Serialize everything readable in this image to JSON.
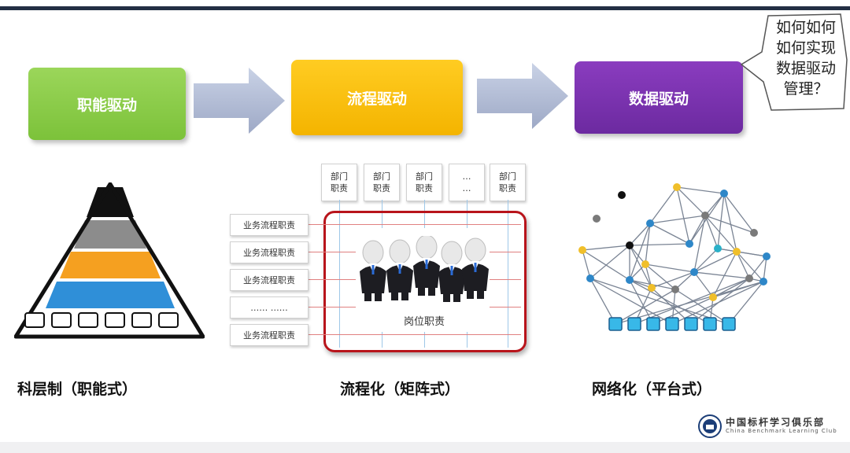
{
  "stages": [
    {
      "label": "职能驱动",
      "color": "#8ccd4a"
    },
    {
      "label": "流程驱动",
      "color": "#f7bd10"
    },
    {
      "label": "数据驱动",
      "color": "#7b33b0"
    }
  ],
  "bubble": {
    "lines": [
      "如何如何",
      "如何实现",
      "数据驱动",
      "管理？"
    ]
  },
  "pyramid": {
    "layers": [
      "#111111",
      "#8c8c8c",
      "#f5a020",
      "#2f8fd8"
    ],
    "base_box_count": 6
  },
  "matrix": {
    "departments": [
      {
        "line1": "部门",
        "line2": "职责"
      },
      {
        "line1": "部门",
        "line2": "职责"
      },
      {
        "line1": "部门",
        "line2": "职责"
      },
      {
        "line1": "…",
        "line2": "…"
      },
      {
        "line1": "部门",
        "line2": "职责"
      }
    ],
    "rows": [
      "业务流程职责",
      "业务流程职责",
      "业务流程职责",
      "……  ……",
      "业务流程职责"
    ],
    "role_label": "岗位职责"
  },
  "network": {
    "node_colors": {
      "blue": "#2e87c8",
      "yellow": "#f0bf2a",
      "grey": "#7a7a7a",
      "black": "#111111",
      "teal": "#2ab0c8"
    },
    "base_node_count": 7,
    "base_color": "#38b8e8"
  },
  "captions": [
    "科层制（职能式）",
    "流程化（矩阵式）",
    "网络化（平台式）"
  ],
  "logo": {
    "cn": "中国标杆学习俱乐部",
    "en": "China Benchmark Learning Club"
  }
}
